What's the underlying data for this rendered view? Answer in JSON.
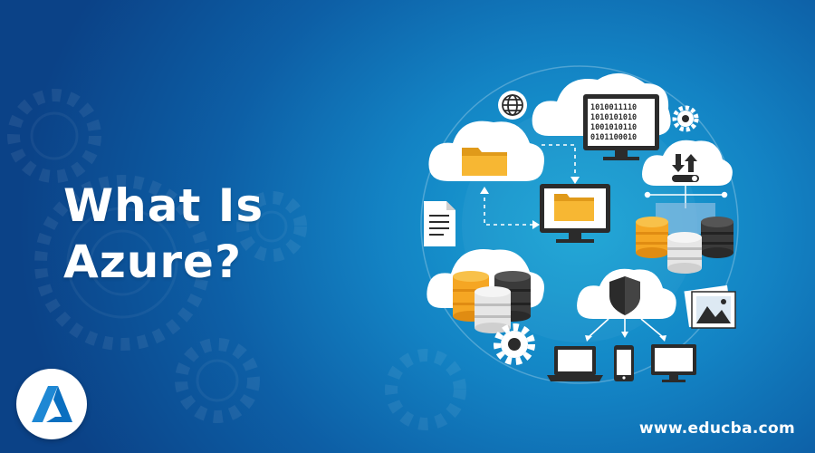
{
  "banner": {
    "title_line1": "What Is",
    "title_line2": "Azure?",
    "website": "www.educba.com"
  },
  "illustration": {
    "binary_rows": [
      "1010011110",
      "1010101010",
      "1001010110",
      "0101100010"
    ],
    "icons": [
      "globe-icon",
      "gear-icon",
      "folder-icon",
      "monitor-icon",
      "upload-download-icon",
      "database-icon",
      "document-icon",
      "shield-icon",
      "laptop-icon",
      "phone-icon",
      "image-icon"
    ]
  },
  "colors": {
    "background_dark": "#0b4287",
    "background_light": "#1aa6d6",
    "cloud": "#ffffff",
    "folder": "#f7b733",
    "database_orange": "#f5a623",
    "database_dark": "#3a3a3a",
    "azure_logo": "#1e88d4"
  }
}
